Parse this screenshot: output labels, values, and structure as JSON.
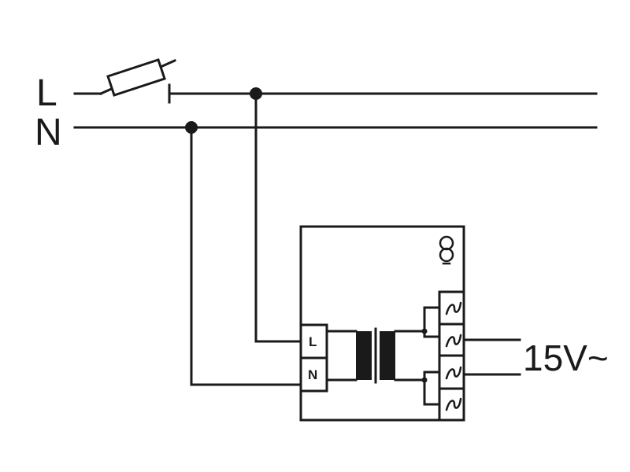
{
  "line_labels": {
    "live": "L",
    "neutral": "N"
  },
  "transformer": {
    "input_terminals": [
      "L",
      "N"
    ],
    "output_voltage": "15V~",
    "symbol_icon": "transformer-symbol-icon",
    "output_terminal_icon": "ac-wave-icon"
  },
  "colors": {
    "ink": "#1a1a1a",
    "background": "#ffffff"
  }
}
